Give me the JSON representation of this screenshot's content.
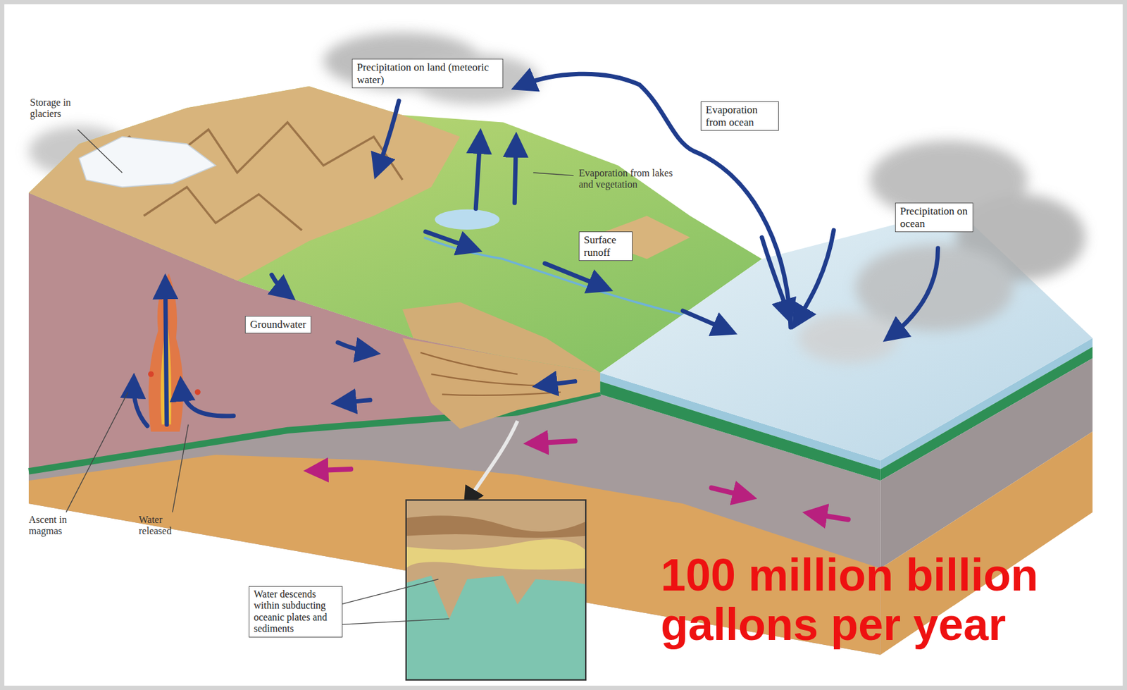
{
  "diagram": {
    "nodes": [
      {
        "text": [
          "Precipitation on land (meteoric water)"
        ]
      },
      {
        "text": [
          "Evaporation from ocean"
        ]
      },
      {
        "text": [
          "Precipitation on ocean"
        ]
      },
      {
        "text": [
          "Surface runoff"
        ]
      },
      {
        "text": [
          "Groundwater"
        ]
      },
      {
        "text": [
          "Water descends within subducting oceanic plates and sediments"
        ]
      }
    ],
    "labels": [
      "Storage in glaciers",
      "Evaporation from lakes and vegetation",
      "Ascent in magmas",
      "Water released",
      "100 million billion gallons per year"
    ]
  }
}
